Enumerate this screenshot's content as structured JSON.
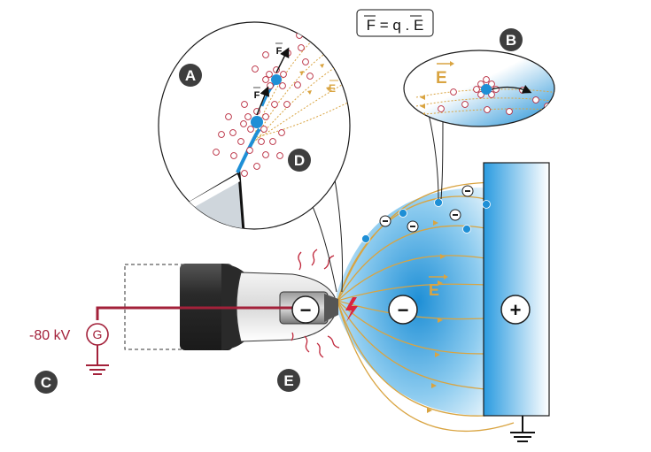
{
  "formula": "F = q . E",
  "callouts": {
    "A": "A",
    "B": "B",
    "C": "C",
    "D": "D",
    "E": "E"
  },
  "generator": {
    "voltage": "-80 kV",
    "symbol": "G"
  },
  "labels": {
    "force": "F",
    "field": "E"
  },
  "signs": {
    "negative": "−",
    "positive": "+"
  },
  "colors": {
    "wire": "#a3213a",
    "charge": "#b8283c",
    "field_line": "#d9a441",
    "cloud": "#1e8fd6",
    "plate": "#2a9be0",
    "badge": "#3e3e3e",
    "nozzle_dark": "#333333"
  }
}
